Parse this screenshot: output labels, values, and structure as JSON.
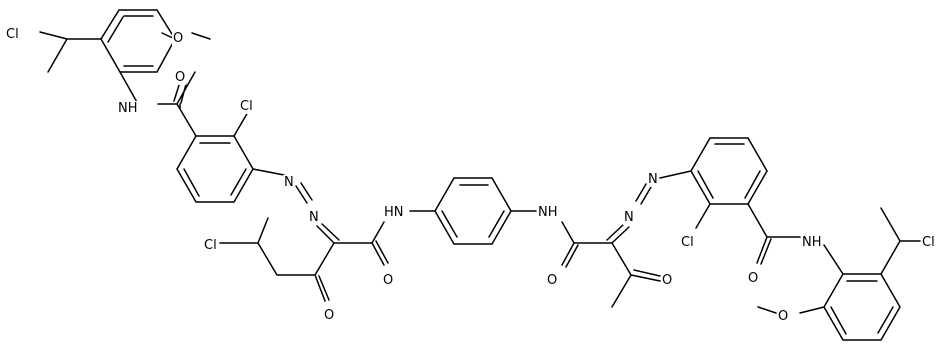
{
  "labels": {
    "cl_left_top": "Cl",
    "o_methoxy_left": "O",
    "o_amide_left": "O",
    "nh_amide_left": "NH",
    "cl_ring_left": "Cl",
    "n_azo_left_1": "N",
    "n_azo_left_2": "N",
    "cl_chain": "Cl",
    "o_keto_left": "O",
    "o_amide_center_left": "O",
    "nh_center_left": "HN",
    "nh_center_right": "NH",
    "o_amide_center_right": "O",
    "n_azo_right_1": "N",
    "n_azo_right_2": "N",
    "o_keto_right": "O",
    "cl_ring_right": "Cl",
    "o_amide_right": "O",
    "nh_amide_right": "NH",
    "cl_right_top": "Cl",
    "o_methoxy_right": "O"
  }
}
